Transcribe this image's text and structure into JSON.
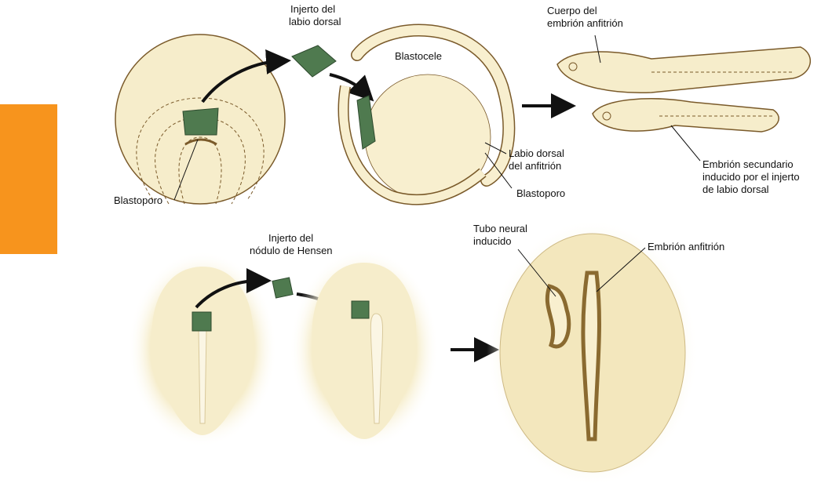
{
  "colors": {
    "accent_bar": "#f7941d",
    "graft": "#4f7a4f",
    "tissue": "#f6edcb",
    "outline": "#7a5a2a"
  },
  "top": {
    "graft_label": [
      "Injerto del",
      "labio dorsal"
    ],
    "blastocele": "Blastocele",
    "blastoporo_left": "Blastoporo",
    "host_lip": [
      "Labio dorsal",
      "del anfitrión"
    ],
    "blastoporo_right": "Blastoporo",
    "host_body": [
      "Cuerpo del",
      "embrión anfitrión"
    ],
    "secondary": [
      "Embrión secundario",
      "inducido por el injerto",
      "de labio dorsal"
    ]
  },
  "bottom": {
    "graft_label": [
      "Injerto del",
      "nódulo de Hensen"
    ],
    "neural_tube": [
      "Tubo neural",
      "inducido"
    ],
    "host_embryo": "Embrión anfitrión"
  }
}
